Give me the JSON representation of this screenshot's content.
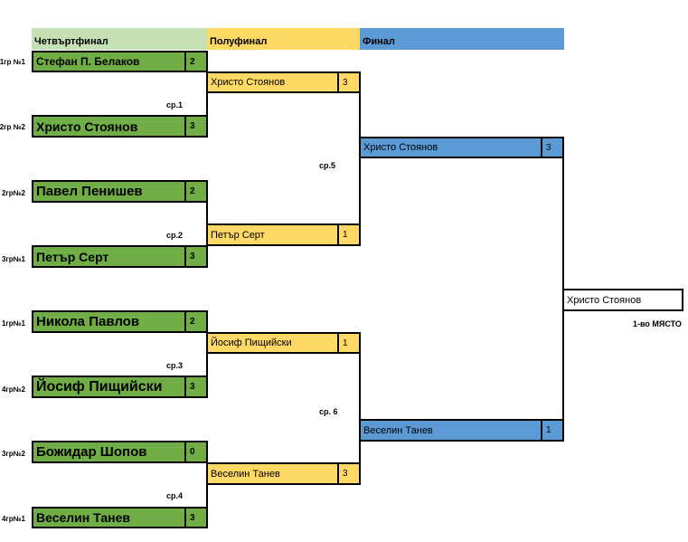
{
  "headers": {
    "quarterfinal": "Четвъртфинал",
    "semifinal": "Полуфинал",
    "final": "Финал"
  },
  "quarterfinals": [
    {
      "group": "1гр №1",
      "name": "Стефан П. Белаков",
      "score": "2"
    },
    {
      "group": "2гр №2",
      "name": "Христо Стоянов",
      "score": "3"
    },
    {
      "group": "2гр№2",
      "name": "Павел Пенишев",
      "score": "2"
    },
    {
      "group": "3гр№1",
      "name": "Петър Серт",
      "score": "3"
    },
    {
      "group": "1гр№1",
      "name": "Никола Павлов",
      "score": "2"
    },
    {
      "group": "4гр№2",
      "name": "Йосиф Пищийски",
      "score": "3"
    },
    {
      "group": "3гр№2",
      "name": "Божидар Шопов",
      "score": "0"
    },
    {
      "group": "4гр№1",
      "name": "Веселин Танев",
      "score": "3"
    }
  ],
  "semifinals": [
    {
      "name": "Христо Стоянов",
      "score": "3"
    },
    {
      "name": "Петър Серт",
      "score": "1"
    },
    {
      "name": "Йосиф Пищийски",
      "score": "1"
    },
    {
      "name": "Веселин Танев",
      "score": "3"
    }
  ],
  "finals": [
    {
      "name": "Христо Стоянов",
      "score": "3"
    },
    {
      "name": "Веселин Танев",
      "score": "1"
    }
  ],
  "winner": {
    "name": "Христо Стоянов",
    "place": "1-во МЯСТО"
  },
  "matches": [
    "ср.1",
    "ср.2",
    "ср.3",
    "ср.4",
    "ср.5",
    "ср. 6"
  ],
  "colors": {
    "quarterfinal": "#70ad47",
    "semifinal": "#ffd966",
    "final": "#5b9bd5"
  }
}
